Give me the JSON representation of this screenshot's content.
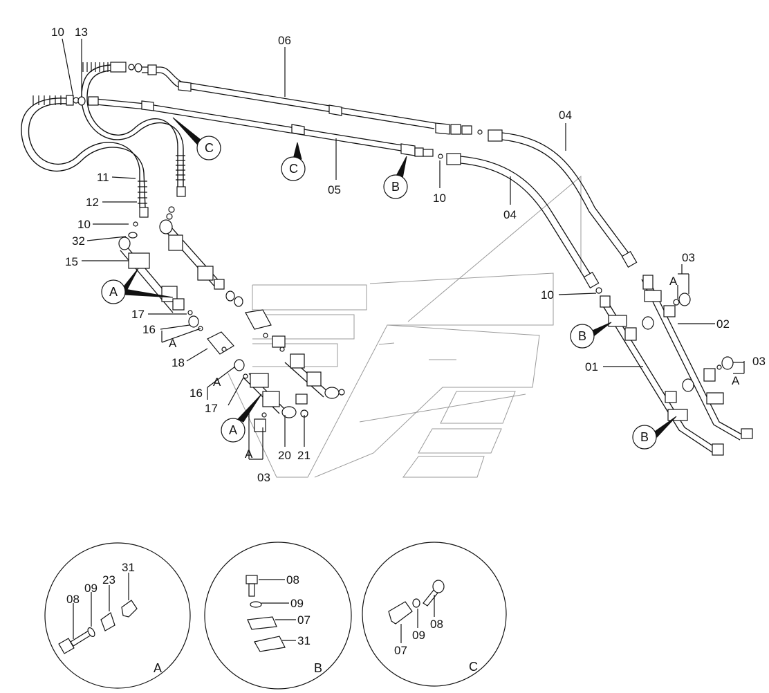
{
  "callouts": [
    {
      "id": "c-10-top",
      "text": "10"
    },
    {
      "id": "c-13",
      "text": "13"
    },
    {
      "id": "c-06",
      "text": "06"
    },
    {
      "id": "c-04-top",
      "text": "04"
    },
    {
      "id": "c-04-mid",
      "text": "04"
    },
    {
      "id": "c-10-mid",
      "text": "10"
    },
    {
      "id": "c-05",
      "text": "05"
    },
    {
      "id": "c-11",
      "text": "11"
    },
    {
      "id": "c-12",
      "text": "12"
    },
    {
      "id": "c-10-left",
      "text": "10"
    },
    {
      "id": "c-32",
      "text": "32"
    },
    {
      "id": "c-15",
      "text": "15"
    },
    {
      "id": "c-17-a",
      "text": "17"
    },
    {
      "id": "c-16-a",
      "text": "16"
    },
    {
      "id": "c-A-a",
      "text": "A"
    },
    {
      "id": "c-18",
      "text": "18"
    },
    {
      "id": "c-16-b",
      "text": "16"
    },
    {
      "id": "c-A-b",
      "text": "A"
    },
    {
      "id": "c-17-b",
      "text": "17"
    },
    {
      "id": "c-20",
      "text": "20"
    },
    {
      "id": "c-21",
      "text": "21"
    },
    {
      "id": "c-A-c",
      "text": "A"
    },
    {
      "id": "c-03-bottom",
      "text": "03"
    },
    {
      "id": "c-10-right",
      "text": "10"
    },
    {
      "id": "c-03-top",
      "text": "03"
    },
    {
      "id": "c-A-d",
      "text": "A"
    },
    {
      "id": "c-02",
      "text": "02"
    },
    {
      "id": "c-01",
      "text": "01"
    },
    {
      "id": "c-03-mid",
      "text": "03"
    },
    {
      "id": "c-A-e",
      "text": "A"
    }
  ],
  "view_markers": [
    {
      "id": "m-C-1",
      "text": "C"
    },
    {
      "id": "m-C-2",
      "text": "C"
    },
    {
      "id": "m-B-1",
      "text": "B"
    },
    {
      "id": "m-A-1",
      "text": "A"
    },
    {
      "id": "m-B-2",
      "text": "B"
    },
    {
      "id": "m-B-3",
      "text": "B"
    },
    {
      "id": "m-A-2",
      "text": "A"
    }
  ],
  "details": [
    {
      "id": "A",
      "title": "A",
      "labels": [
        "08",
        "09",
        "23",
        "31"
      ]
    },
    {
      "id": "B",
      "title": "B",
      "labels": [
        "08",
        "09",
        "07",
        "31"
      ]
    },
    {
      "id": "C",
      "title": "C",
      "labels": [
        "07",
        "09",
        "08"
      ]
    }
  ]
}
